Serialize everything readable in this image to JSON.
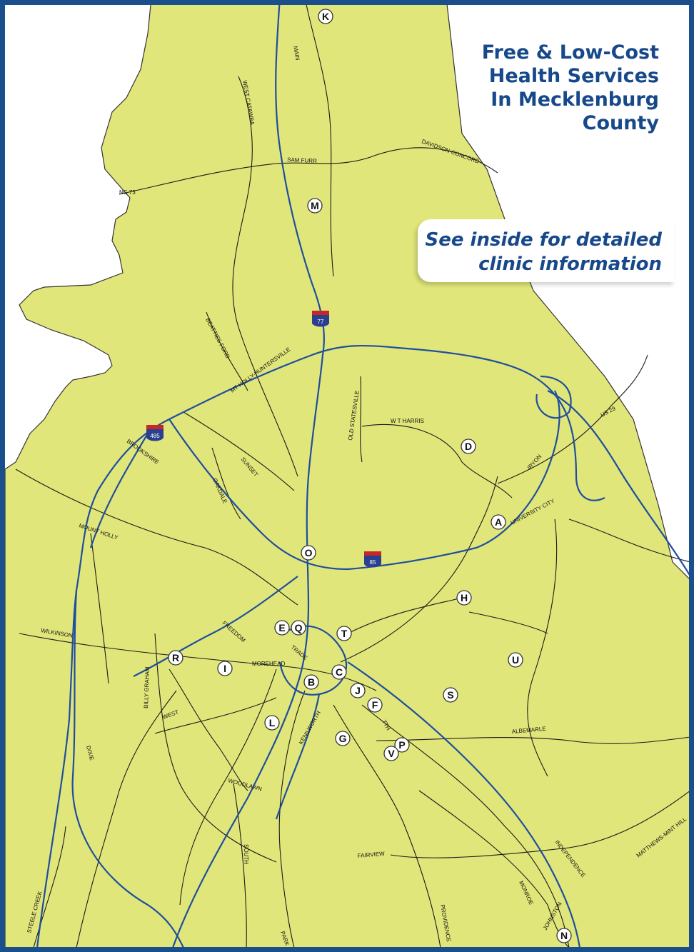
{
  "title": {
    "lines": [
      "Free & Low-Cost",
      "Health Services",
      "In Mecklenburg",
      "County"
    ]
  },
  "callout": {
    "lines": [
      "See inside for detailed",
      "clinic information"
    ]
  },
  "colors": {
    "border": "#1a4f8c",
    "land": "#e1e67a",
    "highway": "#1f4e9e",
    "road": "#1a1a1a",
    "title_text": "#17498a"
  },
  "interstates": [
    "77",
    "485",
    "85"
  ],
  "road_labels": [
    "MAIN",
    "WEST CATAWBA",
    "SAM FURR",
    "DAVIDSON-CONCORD",
    "NC 73",
    "BEATTIES FORD",
    "MT HOLLY-HUNTERSVILLE",
    "OLD STATESVILLE",
    "W T HARRIS",
    "US 29",
    "IRYON",
    "UNIVERSITY CITY",
    "BROOKSHIRE",
    "SUNSET",
    "OAKDALE",
    "MOUNT HOLLY",
    "FREEDOM",
    "WILKINSON",
    "TRADE",
    "MOREHEAD",
    "BILLY GRAHAM",
    "WEST",
    "KENILWORTH",
    "7TH",
    "ALBEMARLE",
    "DIXIE",
    "WOODLAWN",
    "SOUTH",
    "FAIRVIEW",
    "STEELE CREEK",
    "PARK",
    "PROVIDENCE",
    "MONROE",
    "INDEPENDENCE",
    "MATTHEWS-MINT HILL",
    "JOHNSTON"
  ],
  "clinic_markers": [
    "K",
    "M",
    "D",
    "A",
    "O",
    "H",
    "E",
    "Q",
    "T",
    "R",
    "I",
    "C",
    "B",
    "U",
    "J",
    "S",
    "F",
    "L",
    "G",
    "P",
    "V",
    "N"
  ]
}
